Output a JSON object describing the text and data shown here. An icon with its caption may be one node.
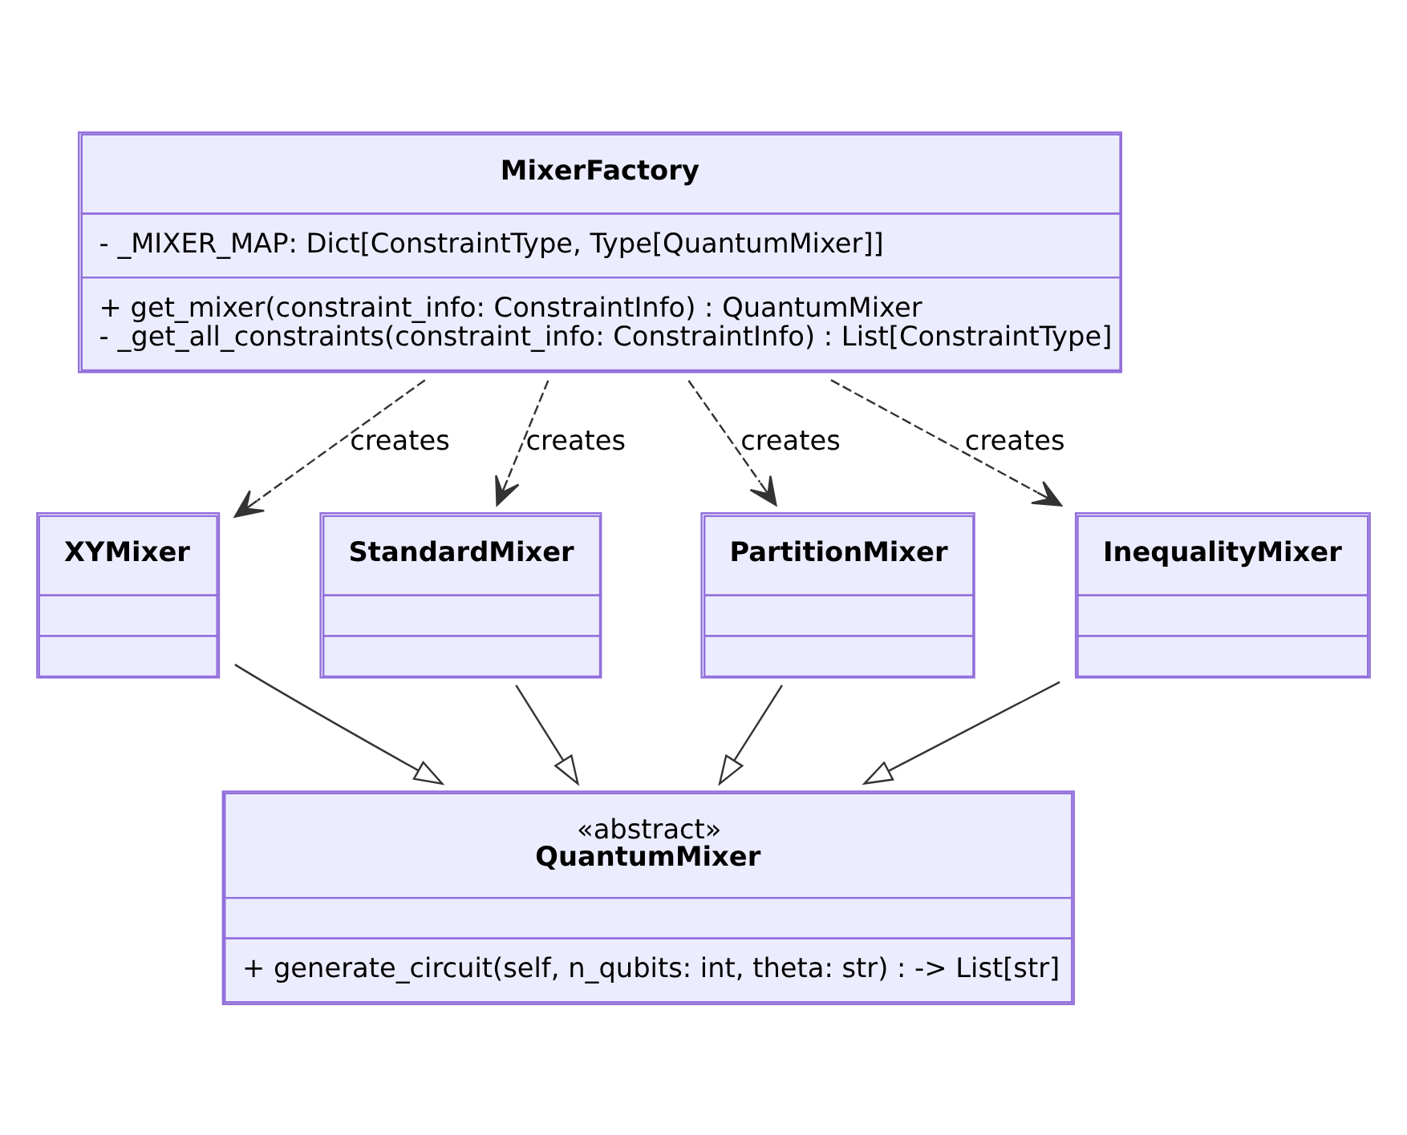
{
  "diagram": {
    "nodes": [
      {
        "text": [
          "MixerFactory",
          "- _MIXER_MAP: Dict[ConstraintType, Type[QuantumMixer]]",
          "+ get_mixer(constraint_info: ConstraintInfo) : QuantumMixer",
          "- _get_all_constraints(constraint_info: ConstraintInfo) : List[ConstraintType]"
        ]
      },
      {
        "text": [
          "XYMixer"
        ]
      },
      {
        "text": [
          "StandardMixer"
        ]
      },
      {
        "text": [
          "PartitionMixer"
        ]
      },
      {
        "text": [
          "InequalityMixer"
        ]
      },
      {
        "text": [
          "«abstract»",
          "QuantumMixer",
          "+ generate_circuit(self, n_qubits: int, theta: str) : -> List[str]"
        ]
      }
    ],
    "edges": [
      {
        "from": 0,
        "to": 1,
        "arrow": "to",
        "label": "creates",
        "style": "dashed"
      },
      {
        "from": 0,
        "to": 2,
        "arrow": "to",
        "label": "creates",
        "style": "dashed"
      },
      {
        "from": 0,
        "to": 3,
        "arrow": "to",
        "label": "creates",
        "style": "dashed"
      },
      {
        "from": 0,
        "to": 4,
        "arrow": "to",
        "label": "creates",
        "style": "dashed"
      },
      {
        "from": 1,
        "to": 5,
        "arrow": "to"
      },
      {
        "from": 2,
        "to": 5,
        "arrow": "to"
      },
      {
        "from": 3,
        "to": 5,
        "arrow": "to"
      },
      {
        "from": 4,
        "to": 5,
        "arrow": "to"
      }
    ]
  }
}
